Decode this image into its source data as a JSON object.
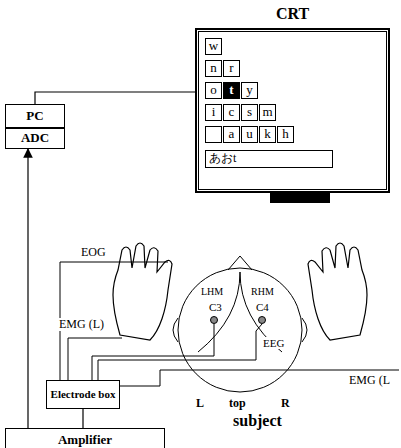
{
  "diagram": {
    "nodes": [
      {
        "text": [
          "CRT"
        ]
      },
      {
        "text": [
          "w"
        ],
        "in": 0
      },
      {
        "text": [
          "n"
        ],
        "in": 0
      },
      {
        "text": [
          "r"
        ],
        "in": 0
      },
      {
        "text": [
          "o"
        ],
        "in": 0
      },
      {
        "text": [
          "t"
        ],
        "in": 0
      },
      {
        "text": [
          "y"
        ],
        "in": 0
      },
      {
        "text": [
          "i"
        ],
        "in": 0
      },
      {
        "text": [
          "c"
        ],
        "in": 0
      },
      {
        "text": [
          "s"
        ],
        "in": 0
      },
      {
        "text": [
          "m"
        ],
        "in": 0
      },
      {
        "text": [
          "a"
        ],
        "in": 0
      },
      {
        "text": [
          "u"
        ],
        "in": 0
      },
      {
        "text": [
          "k"
        ],
        "in": 0
      },
      {
        "text": [
          "h"
        ],
        "in": 0
      },
      {
        "text": [
          "あおt"
        ],
        "in": 0
      },
      {
        "text": [
          "PC"
        ]
      },
      {
        "text": [
          "ADC"
        ]
      },
      {
        "text": [
          "Electrode box"
        ]
      },
      {
        "text": [
          "Amplifier"
        ]
      }
    ],
    "edges": [
      {
        "from": 16,
        "to": 0,
        "arrow": "none"
      },
      {
        "from": 19,
        "to": 17,
        "arrow": "to"
      },
      {
        "from": 18,
        "to": 19,
        "arrow": "none"
      }
    ],
    "labels": [
      "EOG",
      "EMG (L)",
      "LHM",
      "RHM",
      "C3",
      "C4",
      "EEG",
      "EMG (L",
      "L",
      "top",
      "R",
      "subject"
    ]
  }
}
